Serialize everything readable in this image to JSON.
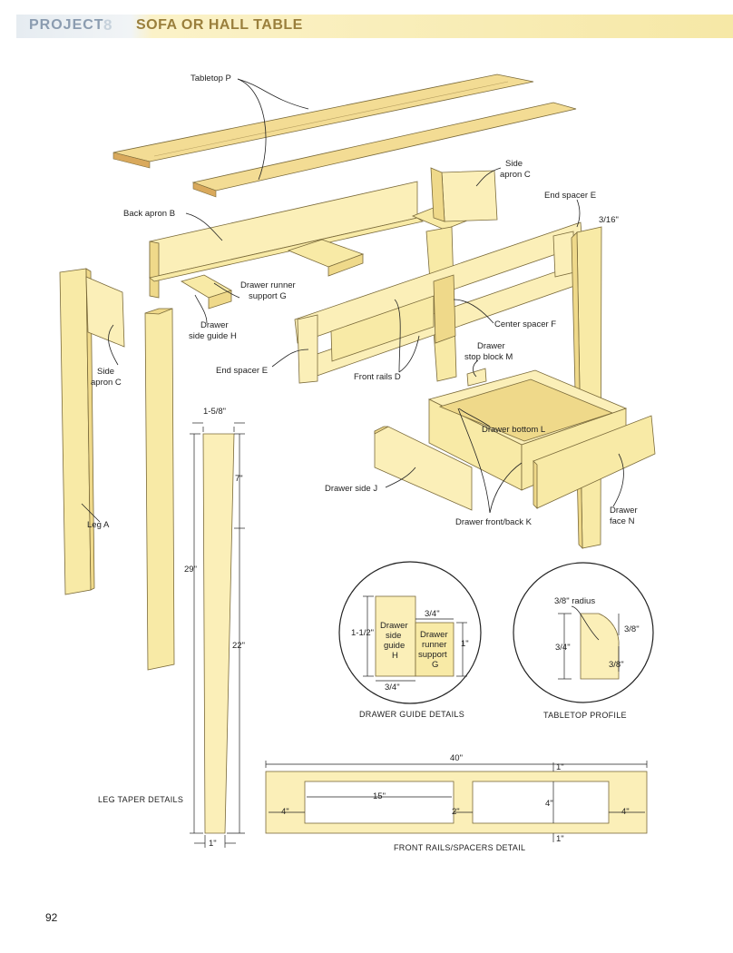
{
  "header": {
    "project": "PROJECT",
    "number": "8",
    "title": "SOFA OR HALL TABLE"
  },
  "labels": {
    "tabletop": "Tabletop P",
    "side_apron_c_top_1": "Side",
    "side_apron_c_top_2": "apron C",
    "end_spacer_e_top": "End spacer E",
    "dim_3_16": "3/16\"",
    "back_apron": "Back apron B",
    "drawer_runner_1": "Drawer runner",
    "drawer_runner_2": "support G",
    "drawer_side_guide_1": "Drawer",
    "drawer_side_guide_2": "side guide H",
    "center_spacer": "Center spacer F",
    "drawer_stop_1": "Drawer",
    "drawer_stop_2": "stop block M",
    "side_apron_c_left_1": "Side",
    "side_apron_c_left_2": "apron C",
    "end_spacer_e_bottom": "End spacer E",
    "front_rails": "Front rails D",
    "drawer_bottom": "Drawer bottom L",
    "drawer_side": "Drawer side J",
    "drawer_front_back": "Drawer front/back K",
    "drawer_face_1": "Drawer",
    "drawer_face_2": "face N",
    "leg": "Leg A"
  },
  "leg_taper": {
    "caption": "LEG TAPER DETAILS",
    "top_width": "1-5/8\"",
    "taper_start": "7\"",
    "total_length": "29\"",
    "taper_length": "22\"",
    "bottom_width": "1\""
  },
  "drawer_guide": {
    "caption": "DRAWER GUIDE DETAILS",
    "h_label_1": "Drawer",
    "h_label_2": "side",
    "h_label_3": "guide",
    "h_label_4": "H",
    "g_label_1": "Drawer",
    "g_label_2": "runner",
    "g_label_3": "support",
    "g_label_4": "G",
    "height": "1-1/2\"",
    "g_width": "3/4\"",
    "g_height": "1\"",
    "h_width": "3/4\""
  },
  "tabletop_profile": {
    "caption": "TABLETOP PROFILE",
    "radius": "3/8\" radius",
    "thickness": "3/4\"",
    "r_horizontal": "3/8\"",
    "r_vertical": "3/8\""
  },
  "front_rails": {
    "caption": "FRONT RAILS/SPACERS DETAIL",
    "length": "40\"",
    "rail_top": "1\"",
    "opening_height": "4\"",
    "rail_bottom": "1\"",
    "end_spacer_left": "4\"",
    "opening_width": "15\"",
    "center_spacer": "2\"",
    "end_spacer_right": "4\""
  },
  "page_number": "92"
}
